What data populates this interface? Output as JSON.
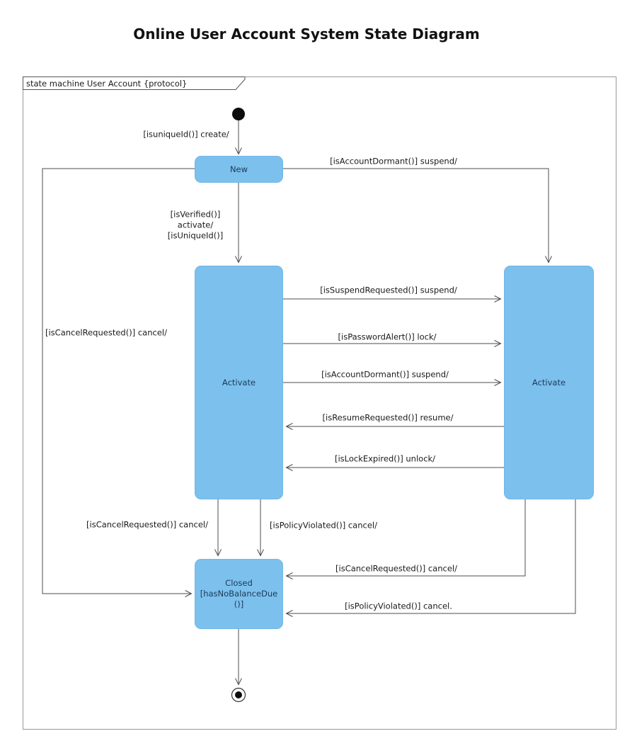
{
  "title": "Online User Account System State Diagram",
  "frame": {
    "label": "state machine User Account {protocol}"
  },
  "states": {
    "new": "New",
    "activate_left": "Activate",
    "activate_right": "Activate",
    "closed_line1": "Closed",
    "closed_line2": "[hasNoBalanceDue",
    "closed_line3": "()]"
  },
  "transitions": {
    "create": "[isuniqueId()] create/",
    "verified_line1": "[isVerified()]",
    "verified_line2": "activate/",
    "verified_line3": "[isUniqueId()]",
    "dormant_from_new": "[isAccountDormant()] suspend/",
    "suspend_requested": "[isSuspendRequested()] suspend/",
    "password_alert": "[isPasswordAlert()] lock/",
    "account_dormant": "[isAccountDormant()] suspend/",
    "resume_requested": "[isResumeRequested()] resume/",
    "lock_expired": "[isLockExpired()] unlock/",
    "cancel_from_new": "[isCancelRequested()] cancel/",
    "cancel_left_bottom": "[isCancelRequested()] cancel/",
    "policy_violated_bottom": "[isPolicyViolated()] cancel/",
    "cancel_from_right": "[isCancelRequested()] cancel/",
    "policy_violated_right": "[isPolicyViolated()] cancel."
  },
  "icons": {
    "initial_state": "filled-black-circle",
    "final_state": "ringed-black-circle"
  },
  "colors": {
    "state_fill": "#7cc0ee",
    "state_text": "#1b3a55",
    "edge": "#4d4d4d",
    "frame_border": "#999999",
    "label_text": "#1a1a1a",
    "title_text": "#111111",
    "background": "#ffffff"
  }
}
